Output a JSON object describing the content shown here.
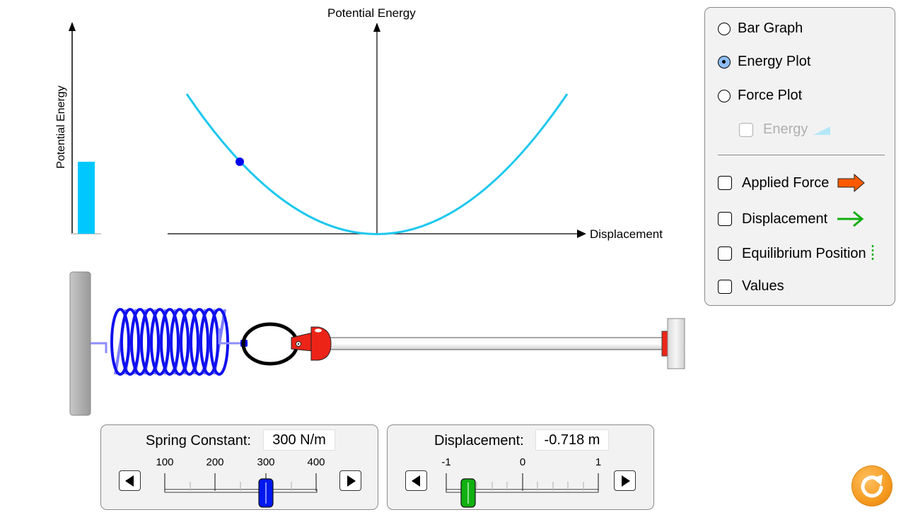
{
  "bar_graph": {
    "axis_label": "Potential Energy",
    "bar_color": "#00c8ff"
  },
  "energy_plot": {
    "y_axis_label": "Potential Energy",
    "x_axis_label": "Displacement",
    "curve_color": "#1ec8ee",
    "marker_color": "#0000ee"
  },
  "chart_data": {
    "type": "line",
    "title": "Potential Energy",
    "xlabel": "Displacement",
    "ylabel": "Potential Energy",
    "x": [
      -1.0,
      -0.718,
      -0.5,
      0,
      0.5,
      1.0
    ],
    "values": [
      1.0,
      0.515,
      0.25,
      0,
      0.25,
      1.0
    ],
    "marker": {
      "x": -0.718,
      "y": 0.515
    },
    "grid": false
  },
  "controls": {
    "view_options": [
      {
        "label": "Bar Graph",
        "selected": false
      },
      {
        "label": "Energy Plot",
        "selected": true
      },
      {
        "label": "Force Plot",
        "selected": false
      }
    ],
    "energy_sub_option": {
      "label": "Energy",
      "checked": false,
      "disabled": true
    },
    "checkboxes": [
      {
        "label": "Applied Force",
        "checked": false,
        "icon": "orange-arrow-icon"
      },
      {
        "label": "Displacement",
        "checked": false,
        "icon": "green-arrow-icon"
      },
      {
        "label": "Equilibrium Position",
        "checked": false,
        "icon": "dotted-line-icon"
      },
      {
        "label": "Values",
        "checked": false
      }
    ]
  },
  "spring_constant": {
    "label": "Spring Constant:",
    "value": "300 N/m",
    "ticks": [
      "100",
      "200",
      "300",
      "400"
    ],
    "thumb_color": "#0018ee"
  },
  "displacement": {
    "label": "Displacement:",
    "value": "-0.718 m",
    "ticks": [
      "-1",
      "0",
      "1"
    ],
    "thumb_color": "#10b010"
  },
  "reset_button": {
    "icon": "reset-icon",
    "color": "#f59a1f"
  }
}
